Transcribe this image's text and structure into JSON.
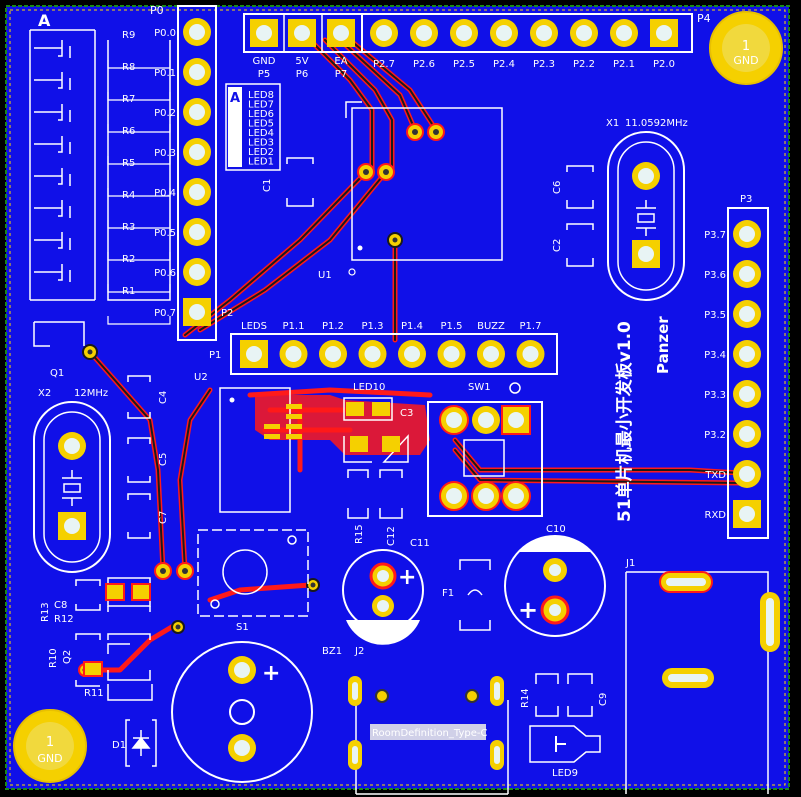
{
  "colors": {
    "board": "#1010e8",
    "silk": "#ffffff",
    "pad": "#f5d000",
    "hole": "#e8f4f4",
    "trace_red": "#ff1a1a",
    "trace_inner": "#1a1a1a",
    "outline": "#1a8a1a",
    "mount_pad": "#f5d000"
  },
  "mount_holes": [
    {
      "num": "1",
      "net": "GND"
    },
    {
      "num": "1",
      "net": "GND"
    }
  ],
  "header_p0": {
    "ref": "P0",
    "pins": [
      "P0.0",
      "P0.1",
      "P0.2",
      "P0.3",
      "P0.4",
      "P0.5",
      "P0.6",
      "P0.7"
    ],
    "resistors": [
      "R9",
      "R8",
      "R7",
      "R6",
      "R5",
      "R4",
      "R3",
      "R2",
      "R1"
    ]
  },
  "header_top": {
    "ref": "P4",
    "power_labels": [
      "GND",
      "5V",
      "EA"
    ],
    "power_refs": [
      "P5",
      "P6",
      "P7"
    ],
    "pins": [
      "P2.7",
      "P2.6",
      "P2.5",
      "P2.4",
      "P2.3",
      "P2.2",
      "P2.1",
      "P2.0"
    ]
  },
  "led_block": {
    "labels": [
      "LED8",
      "LED7",
      "LED6",
      "LED5",
      "LED4",
      "LED3",
      "LED2",
      "LED1"
    ]
  },
  "header_p1": {
    "ref": "P1",
    "ref2": "P2",
    "pins": [
      "LEDS",
      "P1.1",
      "P1.2",
      "P1.3",
      "P1.4",
      "P1.5",
      "BUZZ",
      "P1.7"
    ]
  },
  "header_p3": {
    "ref": "P3",
    "pins": [
      "P3.7",
      "P3.6",
      "P3.5",
      "P3.4",
      "P3.3",
      "P3.2",
      "TXD",
      "RXD"
    ]
  },
  "crystal1": {
    "ref": "X1",
    "value": "11.0592MHz"
  },
  "crystal2": {
    "ref": "X2",
    "value": "12MHz"
  },
  "refs": {
    "u1": "U1",
    "u2": "U2",
    "c1": "C1",
    "c2": "C2",
    "c3": "C3",
    "c4": "C4",
    "c5": "C5",
    "c6": "C6",
    "c7": "C7",
    "c8": "C8",
    "c9": "C9",
    "c10": "C10",
    "c11": "C11",
    "c12": "C12",
    "q1": "Q1",
    "q2": "Q2",
    "r10": "R10",
    "r11": "R11",
    "r12": "R12",
    "r13": "R13",
    "r14": "R14",
    "r15": "R15",
    "led9": "LED9",
    "led10": "LED10",
    "sw1": "SW1",
    "s1": "S1",
    "bz1": "BZ1",
    "j1": "J1",
    "j2": "J2",
    "f1": "F1",
    "d1": "D1"
  },
  "board_title": "51单片机最小开发板v1.0",
  "board_author": "Panzer",
  "usb_label": "RoomDefinition_Type-C"
}
